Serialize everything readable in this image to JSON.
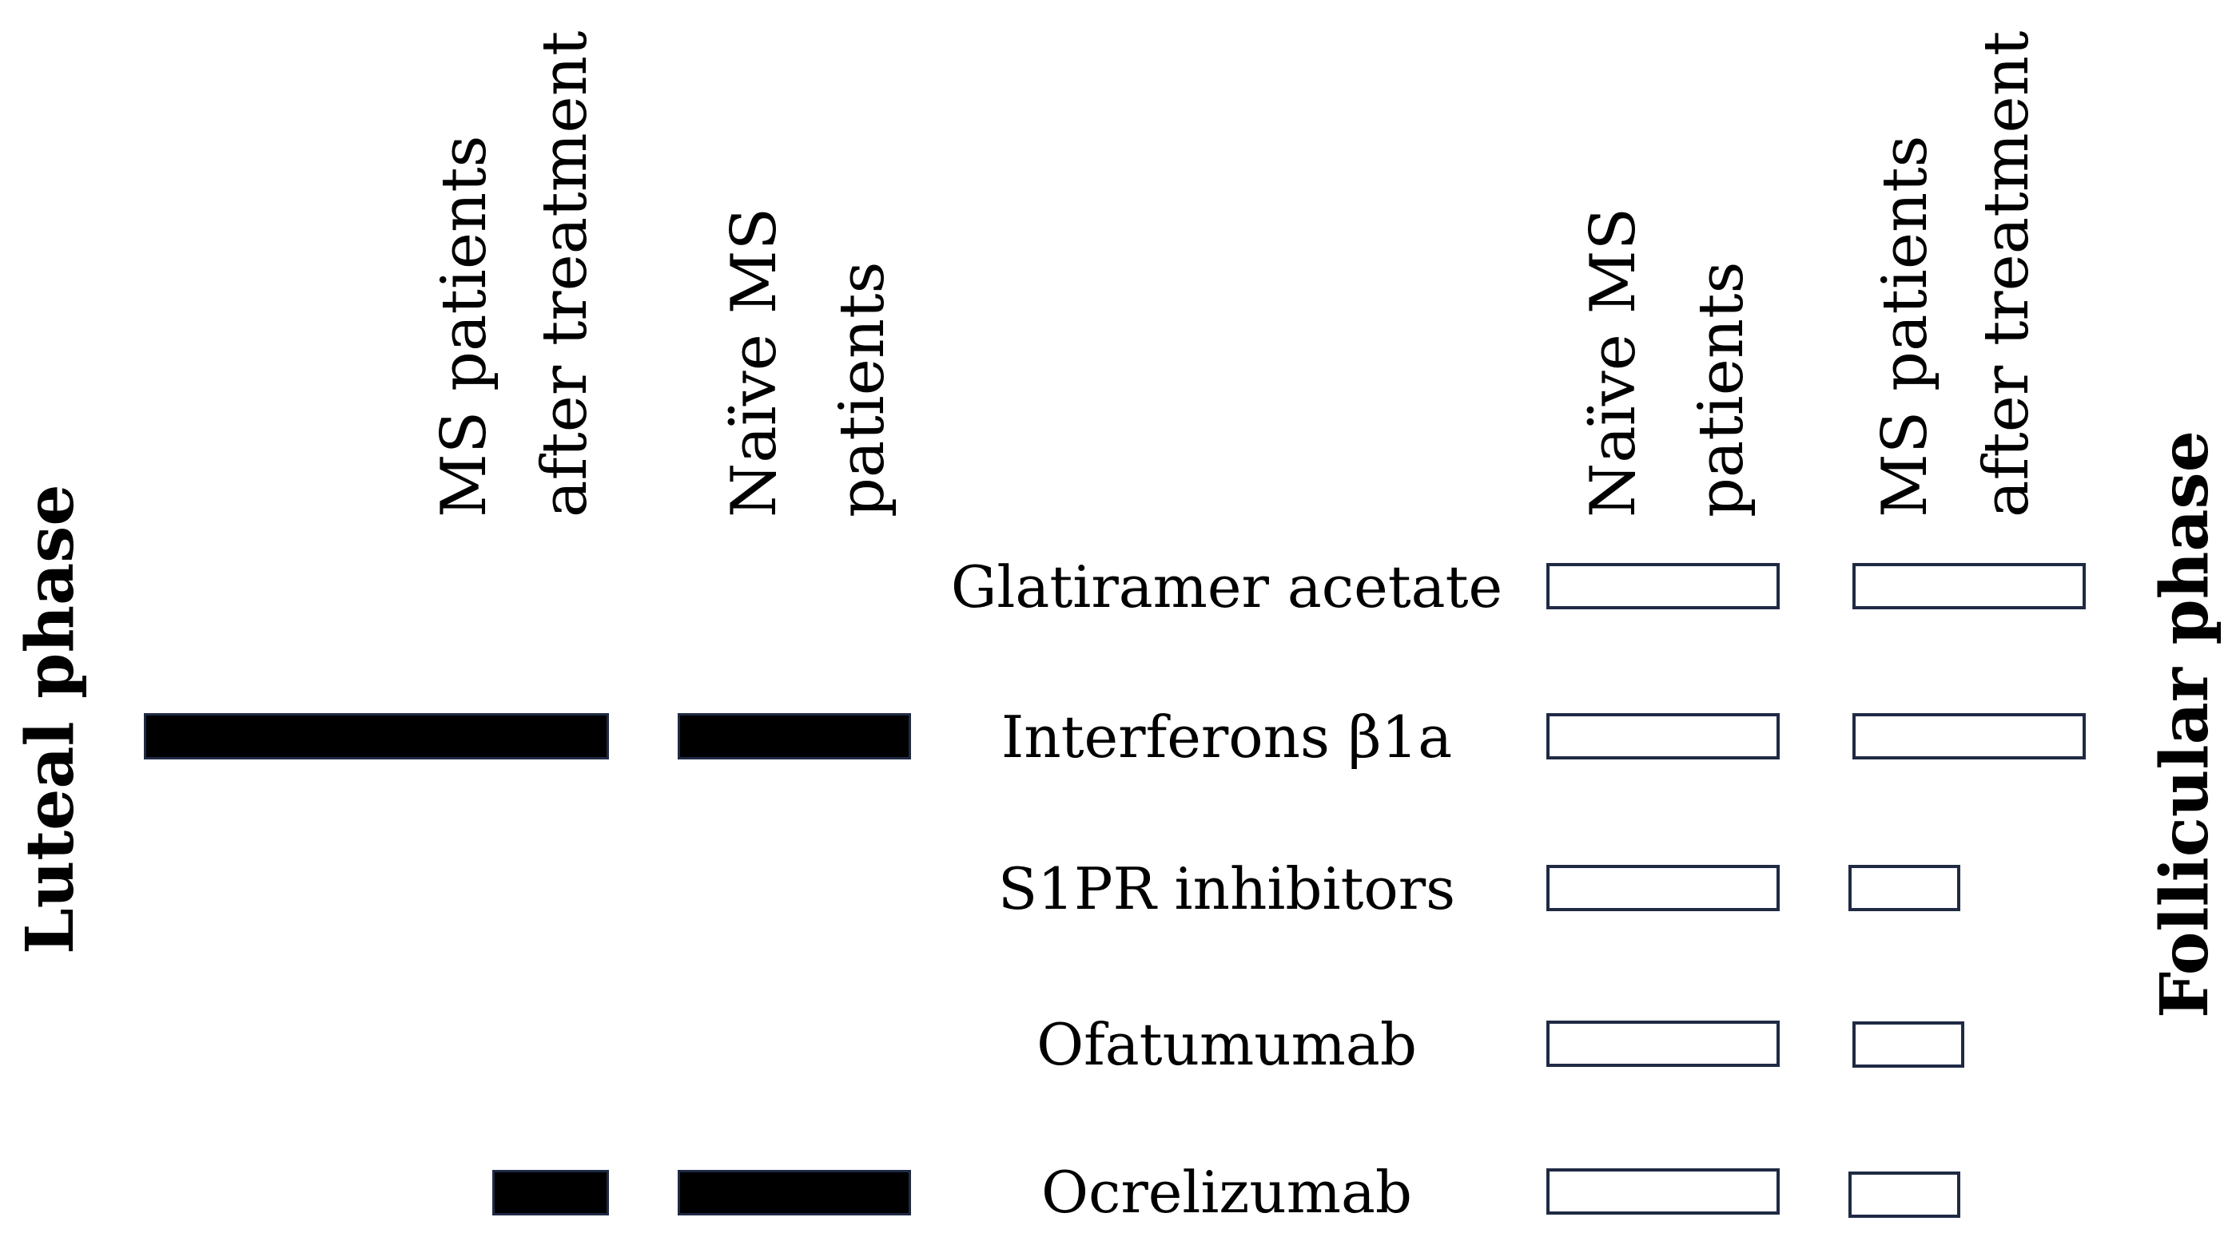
{
  "phases": {
    "left": "Luteal phase",
    "right": "Follicular phase"
  },
  "columns": [
    {
      "id": "lut_treated",
      "lines": [
        "MS patients",
        "after treatment"
      ]
    },
    {
      "id": "lut_naive",
      "lines": [
        "Naïve MS",
        "patients"
      ]
    },
    {
      "id": "fol_naive",
      "lines": [
        "Naïve MS",
        "patients"
      ]
    },
    {
      "id": "fol_treated",
      "lines": [
        "MS patients",
        "after treatment"
      ]
    }
  ],
  "drugs": [
    "Glatiramer acetate",
    "Interferons β1a",
    "S1PR inhibitors",
    "Ofatumumab",
    "Ocrelizumab"
  ],
  "bars": {
    "luteal_filled": [
      {
        "drug": "Interferons β1a",
        "column": "lut_treated",
        "extent": "full"
      },
      {
        "drug": "Interferons β1a",
        "column": "lut_naive",
        "extent": "full"
      },
      {
        "drug": "Ocrelizumab",
        "column": "lut_treated",
        "extent": "partial"
      },
      {
        "drug": "Ocrelizumab",
        "column": "lut_naive",
        "extent": "full"
      }
    ],
    "follicular_outline": [
      {
        "drug": "Glatiramer acetate",
        "column": "fol_naive",
        "extent": "full"
      },
      {
        "drug": "Glatiramer acetate",
        "column": "fol_treated",
        "extent": "full"
      },
      {
        "drug": "Interferons β1a",
        "column": "fol_naive",
        "extent": "full"
      },
      {
        "drug": "Interferons β1a",
        "column": "fol_treated",
        "extent": "full"
      },
      {
        "drug": "S1PR inhibitors",
        "column": "fol_naive",
        "extent": "full"
      },
      {
        "drug": "S1PR inhibitors",
        "column": "fol_treated",
        "extent": "partial"
      },
      {
        "drug": "Ofatumumab",
        "column": "fol_naive",
        "extent": "full"
      },
      {
        "drug": "Ofatumumab",
        "column": "fol_treated",
        "extent": "partial"
      },
      {
        "drug": "Ocrelizumab",
        "column": "fol_naive",
        "extent": "full"
      },
      {
        "drug": "Ocrelizumab",
        "column": "fol_treated",
        "extent": "partial"
      }
    ]
  },
  "colors": {
    "filled_bar": "#000000",
    "outline_border": "#1f2a44",
    "text": "#000000"
  }
}
